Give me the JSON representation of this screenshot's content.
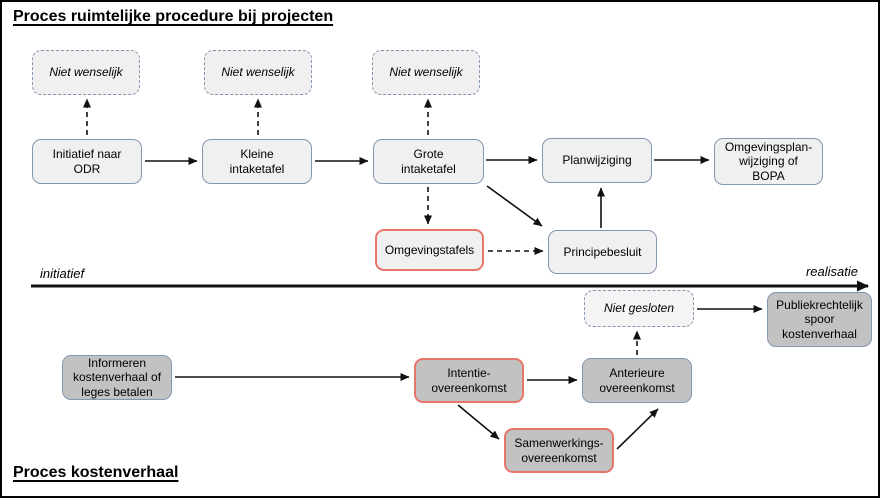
{
  "titles": {
    "top": "Proces ruimtelijke procedure bij projecten",
    "bottom": "Proces kostenverhaal"
  },
  "timeline": {
    "start_label": "initiatief",
    "end_label": "realisatie"
  },
  "nodes": {
    "niet_wenselijk_1": "Niet wenselijk",
    "niet_wenselijk_2": "Niet wenselijk",
    "niet_wenselijk_3": "Niet wenselijk",
    "initiatief_naar_odr": "Initiatief naar\nODR",
    "kleine_intaketafel": "Kleine\nintaketafel",
    "grote_intaketafel": "Grote\nintaketafel",
    "planwijziging": "Planwijziging",
    "omgevingsplanwijziging_of_bopa": "Omgevingsplan-\nwijziging of\nBOPA",
    "omgevingstafels": "Omgevingstafels",
    "principebesluit": "Principebesluit",
    "niet_gesloten": "Niet gesloten",
    "publiekrechtelijk_spoor_kostenverhaal": "Publiekrechtelijk\nspoor\nkostenverhaal",
    "informeren_kostenverhaal": "Informeren\nkostenverhaal of\nleges betalen",
    "intentie_overeenkomst": "Intentie-\novereenkomst",
    "anterieure_overeenkomst": "Anterieure\novereenkomst",
    "samenwerkings_overeenkomst": "Samenwerkings-\novereenkomst"
  },
  "colors": {
    "frame_border": "#000000",
    "light_fill": "#f0f0f0",
    "dark_fill": "#c2c2c2",
    "blue_border": "#8496b0",
    "red_border": "#e8756b",
    "arrow_color": "#111111"
  }
}
